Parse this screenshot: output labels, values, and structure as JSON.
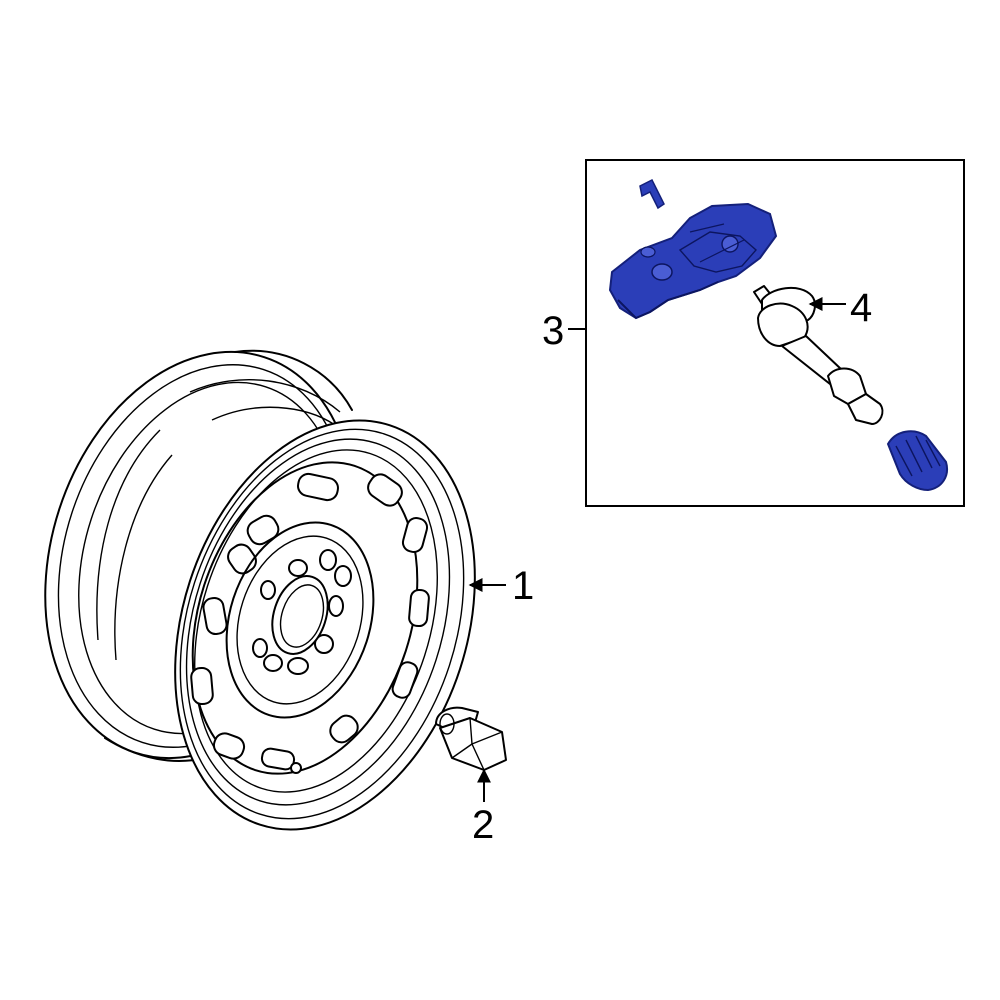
{
  "callouts": {
    "c1": "1",
    "c2": "2",
    "c3": "3",
    "c4": "4"
  },
  "parts": {
    "wheel": "steel-wheel",
    "lug_nut": "lug-nut",
    "tpms_sensor": "tire-pressure-sensor",
    "valve_stem": "valve-stem"
  },
  "colors": {
    "highlight": "#2b3eb8",
    "highlight_dark": "#14207a",
    "line": "#000000",
    "background": "#ffffff"
  }
}
